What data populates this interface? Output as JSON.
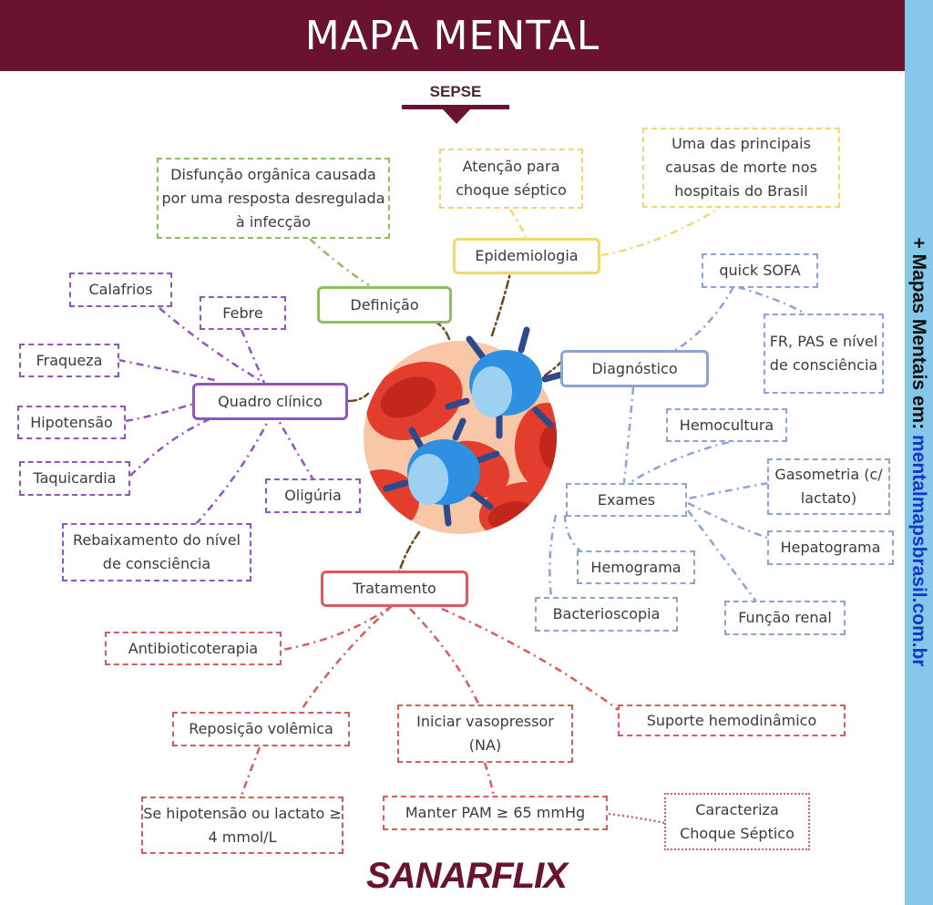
{
  "header": {
    "title": "MAPA MENTAL"
  },
  "topic": "SEPSE",
  "side": {
    "prefix": "+ Mapas Mentais em: ",
    "url": "mentalmapsbrasil.com.br"
  },
  "logo": {
    "part1": "SANAR",
    "part2": "FLIX"
  },
  "colors": {
    "header": "#6a1331",
    "sidebar": "#85c8ea",
    "green": "#8cbf5f",
    "yellow": "#f2d66f",
    "purple": "#9353c2",
    "blue": "#8aa4d6",
    "red": "#dd5a5a",
    "connector": "#6b4a1e"
  },
  "definicao": {
    "label": "Definição",
    "text": "Disfunção orgânica causada por uma resposta desregulada à infecção"
  },
  "epidemiologia": {
    "label": "Epidemiologia",
    "note1": "Atenção para choque séptico",
    "note2": "Uma das principais causas de morte nos hospitais do Brasil"
  },
  "quadro": {
    "label": "Quadro clínico",
    "calafrios": "Calafrios",
    "febre": "Febre",
    "fraqueza": "Fraqueza",
    "hipotensao": "Hipotensão",
    "taquicardia": "Taquicardia",
    "oliguria": "Oligúria",
    "rebaixamento": "Rebaixamento do nível de consciência"
  },
  "diagnostico": {
    "label": "Diagnóstico",
    "qsofa": "quick SOFA",
    "qsofa_items": "FR, PAS e nível de consciência",
    "exames": "Exames",
    "hemocultura": "Hemocultura",
    "gasometria": "Gasometria (c/ lactato)",
    "hepatograma": "Hepatograma",
    "funcao_renal": "Função renal",
    "hemograma": "Hemograma",
    "bacterioscopia": "Bacterioscopia"
  },
  "tratamento": {
    "label": "Tratamento",
    "antibiotico": "Antibioticoterapia",
    "suporte": "Suporte hemodinâmico",
    "reposicao": "Reposição volêmica",
    "reposicao_note": "Se hipotensão ou lactato ≥ 4 mmol/L",
    "vasopressor": "Iniciar vasopressor (NA)",
    "pam": "Manter PAM ≥ 65 mmHg",
    "choque": "Caracteriza Choque Séptico"
  }
}
